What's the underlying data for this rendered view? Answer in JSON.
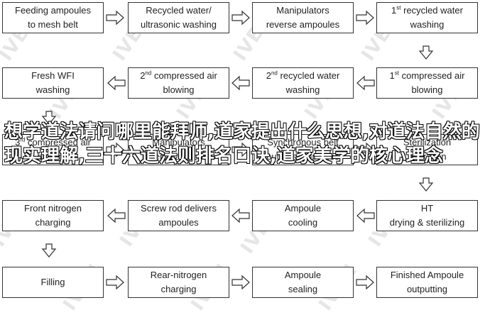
{
  "watermark": "IVEN",
  "steps": {
    "r1c1": {
      "line1": "Feeding ampoules",
      "line2": "to mesh belt"
    },
    "r1c2": {
      "line1": "Recycled water/",
      "line2": "ultrasonic washing"
    },
    "r1c3": {
      "line1": "Manipulators",
      "line2": "reverse ampoules"
    },
    "r1c4": {
      "ord": "1",
      "sup": "st",
      "line1": " recycled water",
      "line2": "washing"
    },
    "r2c1": {
      "line1": "Fresh WFI",
      "line2": "washing"
    },
    "r2c2": {
      "ord": "2",
      "sup": "nd",
      "line1": " compressed air",
      "line2": "blowing"
    },
    "r2c3": {
      "ord": "2",
      "sup": "nd",
      "line1": " recycled water",
      "line2": "washing"
    },
    "r2c4": {
      "ord": "1",
      "sup": "st",
      "line1": " compressed air",
      "line2": "blowing"
    },
    "r3c1": {
      "ord": "3",
      "sup": "rd",
      "line1": " compressed air",
      "line2": "blowing"
    },
    "r3c2": {
      "line1": "Manipulators",
      "line2": "reverse ampoules"
    },
    "r3c3": {
      "line1": "Synchronous belt",
      "line2": "outputs ampoules"
    },
    "r3c4": {
      "line1": "Sterilization",
      "line2": "operation"
    },
    "r4c1": {
      "line1": "Front nitrogen",
      "line2": "charging"
    },
    "r4c2": {
      "line1": "Screw rod delivers",
      "line2": "ampoules"
    },
    "r4c3": {
      "line1": "Ampoule",
      "line2": "cooling"
    },
    "r4c4": {
      "line1": "HT",
      "line2": "drying & sterilizing"
    },
    "r5c1": {
      "line1": "Filling",
      "line2": ""
    },
    "r5c2": {
      "line1": "Rear-nitrogen",
      "line2": "charging"
    },
    "r5c3": {
      "line1": "Ampoule",
      "line2": "sealing"
    },
    "r5c4": {
      "line1": "Finished Ampoule",
      "line2": "outputting"
    }
  },
  "overlay_text": "想学道法请问哪里能拜师,道家提出什么思想,对道法自然的现实理解,三十六道法则排名口诀,道家美学的核心理念"
}
